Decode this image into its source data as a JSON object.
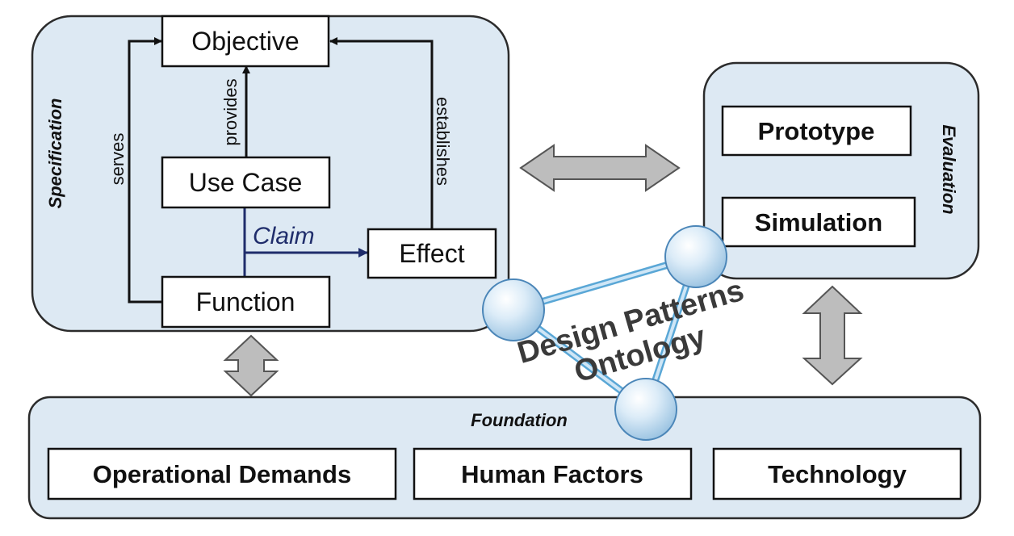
{
  "specification": {
    "title": "Specification",
    "nodes": {
      "objective": "Objective",
      "use_case": "Use Case",
      "function": "Function",
      "effect": "Effect"
    },
    "edges": {
      "serves": "serves",
      "provides": "provides",
      "establishes": "establishes",
      "claim": "Claim"
    }
  },
  "evaluation": {
    "title": "Evaluation",
    "items": [
      "Prototype",
      "Simulation"
    ]
  },
  "foundation": {
    "title": "Foundation",
    "items": [
      "Operational Demands",
      "Human Factors",
      "Technology"
    ]
  },
  "ontology": {
    "line1": "Design Patterns",
    "line2": "Ontology"
  },
  "colors": {
    "region_fill": "#dde9f3",
    "claim_color": "#1f2d6b",
    "arrow_fill": "#bdbdbd",
    "sphere_stroke": "#5aa7d6"
  }
}
